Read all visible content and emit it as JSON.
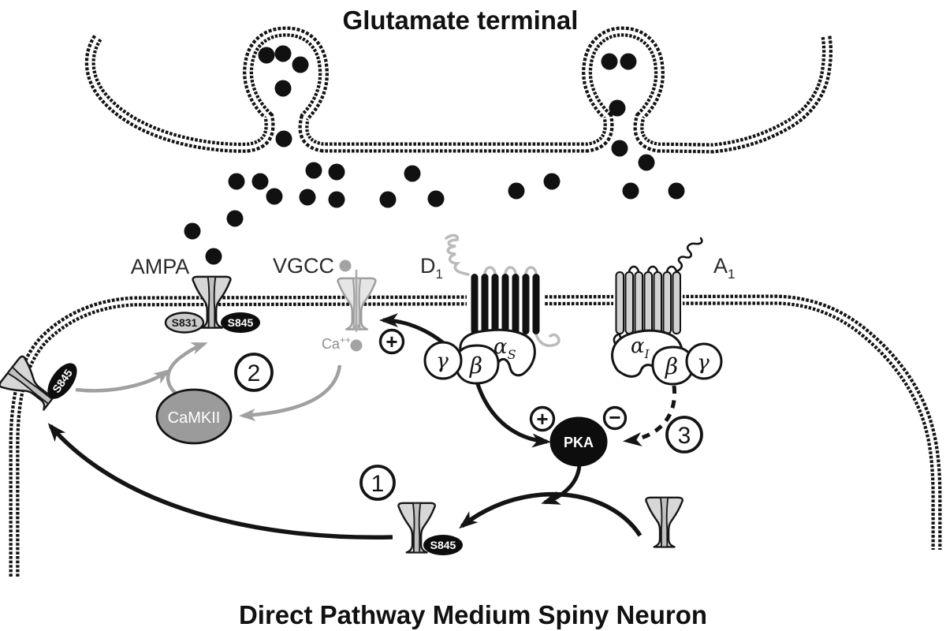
{
  "title": "Glutamate terminal",
  "footer": "Direct Pathway Medium Spiny Neuron",
  "receptors": {
    "ampa": "AMPA",
    "vgcc": "VGCC",
    "d1": {
      "main": "D",
      "sub": "1"
    },
    "a1": {
      "main": "A",
      "sub": "1"
    }
  },
  "ion": {
    "ca": {
      "main": "Ca",
      "sup": "++"
    }
  },
  "phospho": {
    "s831": "S831",
    "s845_membrane": "S845",
    "s845_lateral": "S845",
    "s845_internal": "S845"
  },
  "enzymes": {
    "camkii": "CaMKII",
    "pka": "PKA"
  },
  "gprotein_d1": {
    "gamma": "γ",
    "beta": "β",
    "alpha": {
      "main": "α",
      "sub": "S"
    }
  },
  "gprotein_a1": {
    "alpha": {
      "main": "α",
      "sub": "I"
    },
    "beta": "β",
    "gamma": "γ"
  },
  "steps": {
    "one": "1",
    "two": "2",
    "three": "3"
  },
  "signs": {
    "plus_vgcc": "+",
    "plus_pka": "+",
    "minus_pka": "−"
  },
  "colors": {
    "ink": "#141414",
    "signal_gray": "#a0a0a0",
    "receptor_fill": "#d7d7d7",
    "vgcc_outline": "#9d9d9d",
    "camkii_fill": "#9b9b9b",
    "s831_fill": "#cbcbcb",
    "pka_fill": "#0d0d0d",
    "a1_helix_fill": "#d2d2d2"
  }
}
